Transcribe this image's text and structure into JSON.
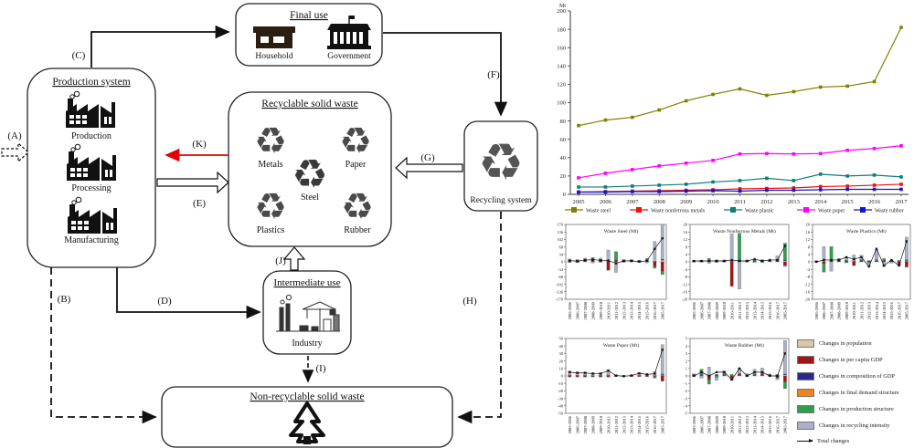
{
  "diagram": {
    "labels": {
      "production_system": "Production system",
      "production": "Production",
      "processing": "Processing",
      "manufacturing": "Manufacturing",
      "final_use": "Final use",
      "household": "Household",
      "government": "Government",
      "recyclable": "Recyclable solid waste",
      "metals": "Metals",
      "paper": "Paper",
      "steel": "Steel",
      "plastics": "Plastics",
      "rubber": "Rubber",
      "recycling_system": "Recycling system",
      "intermediate_use": "Intermediate use",
      "industry": "Industry",
      "non_recyclable": "Non-recyclable solid waste",
      "arrow_a": "(A)",
      "arrow_b": "(B)",
      "arrow_c": "(C)",
      "arrow_d": "(D)",
      "arrow_e": "(E)",
      "arrow_f": "(F)",
      "arrow_g": "(G)",
      "arrow_h": "(H)",
      "arrow_i": "(I)",
      "arrow_j": "(J)",
      "arrow_k": "(K)"
    },
    "colors": {
      "arrow_red": "#e60000",
      "box_stroke": "#222"
    }
  },
  "chart_data": [
    {
      "type": "line",
      "unit_label": "Mt",
      "x": [
        "2005",
        "2006",
        "2007",
        "2008",
        "2009",
        "2010",
        "2011",
        "2012",
        "2013",
        "2014",
        "2015",
        "2016",
        "2017"
      ],
      "ylim": [
        0,
        200
      ],
      "ytick": 20,
      "legend_position": "bottom",
      "series": [
        {
          "name": "Waste steel",
          "color": "#808000",
          "values": [
            75,
            81,
            84,
            92,
            102,
            109,
            115,
            108,
            112,
            117,
            118,
            123,
            182
          ]
        },
        {
          "name": "Waste nonferrous metals",
          "color": "#ee1111",
          "values": [
            2.5,
            3,
            3.5,
            4,
            4.5,
            5,
            6,
            6.5,
            7,
            8.5,
            9,
            10,
            11
          ]
        },
        {
          "name": "Waste plastic",
          "color": "#0d7d78",
          "values": [
            8,
            8,
            9,
            10,
            11,
            13.5,
            15,
            17.5,
            15,
            22,
            20,
            21,
            19
          ]
        },
        {
          "name": "Waste paper",
          "color": "#ff00ff",
          "values": [
            18,
            23,
            27,
            31,
            34,
            37,
            44,
            44.5,
            44,
            44.5,
            48,
            50,
            53
          ]
        },
        {
          "name": "Waste rubber",
          "color": "#1414cc",
          "values": [
            2.5,
            2.5,
            3,
            3,
            3.5,
            4,
            3.5,
            4.5,
            4.5,
            5,
            5.5,
            5.5,
            5.5
          ]
        }
      ]
    },
    {
      "type": "bar",
      "title": "Waste Steel (Mt)",
      "categories": [
        "2005-2006",
        "2006-2007",
        "2007-2008",
        "2008-2009",
        "2009-2010",
        "2010-2011",
        "2011-2012",
        "2012-2013",
        "2013-2014",
        "2014-2015",
        "2015-2016",
        "2016-2017",
        "2005-2017"
      ],
      "ylim": [
        -170,
        170
      ],
      "ytick": 34,
      "series": {
        "population": [
          1,
          1,
          1,
          1,
          1,
          1,
          1,
          1,
          1,
          1,
          1,
          1,
          8
        ],
        "per_capita_gdp": [
          7,
          8,
          8,
          9,
          10,
          -38,
          7,
          6,
          6,
          5,
          4,
          -20,
          -42
        ],
        "composition_gdp": [
          1,
          1,
          1,
          1,
          1,
          1,
          1,
          1,
          1,
          1,
          1,
          2,
          4
        ],
        "final_demand": [
          0,
          0,
          0,
          0,
          0,
          0,
          0,
          0,
          0,
          0,
          0,
          0,
          0
        ],
        "production_structure": [
          -3,
          -2,
          3,
          9,
          -2,
          4,
          38,
          -2,
          2,
          -2,
          9,
          -9,
          -16
        ],
        "recycling_intensity": [
          4,
          -2,
          4,
          -5,
          5,
          48,
          -48,
          3,
          -1,
          -1,
          -5,
          90,
          158
        ]
      },
      "total": {
        "name": "Total changes",
        "values": [
          6,
          3,
          8,
          10,
          7,
          6,
          -7,
          4,
          5,
          1,
          5,
          59,
          107
        ]
      }
    },
    {
      "type": "bar",
      "title": "Waste Nonferrous Metals (Mt)",
      "categories": [
        "2005-2006",
        "2006-2007",
        "2007-2008",
        "2008-2009",
        "2009-2010",
        "2010-2011",
        "2011-2012",
        "2012-2013",
        "2013-2014",
        "2014-2015",
        "2015-2016",
        "2016-2017",
        "2005-2017"
      ],
      "ylim": [
        -20,
        20
      ],
      "ytick": 4,
      "series": {
        "population": [
          0.1,
          0.1,
          0.1,
          0.1,
          0.1,
          0.1,
          0.1,
          0.1,
          0.1,
          0.1,
          0.1,
          0.1,
          0.6
        ],
        "per_capita_gdp": [
          0.4,
          0.5,
          0.5,
          0.5,
          0.6,
          -13,
          0.6,
          0.5,
          0.5,
          0.6,
          0.5,
          0.6,
          -2
        ],
        "composition_gdp": [
          0.1,
          0.1,
          0.1,
          0.1,
          0.1,
          0.1,
          0.1,
          0.1,
          0.1,
          0.1,
          0.1,
          0.2,
          0.4
        ],
        "final_demand": [
          0,
          0,
          0,
          0,
          0,
          0,
          0,
          0,
          0,
          0,
          0,
          0,
          0
        ],
        "production_structure": [
          -0.2,
          -0.2,
          1.2,
          -0.3,
          0.2,
          0.3,
          14.5,
          0.3,
          0.5,
          -0.3,
          0.3,
          0.5,
          9
        ],
        "recycling_intensity": [
          0.2,
          0.2,
          -0.8,
          0.4,
          -0.2,
          14.5,
          -14.5,
          -0.2,
          -0.3,
          0.4,
          0.2,
          1.8,
          -0.5
        ]
      },
      "total": {
        "name": "Total changes",
        "values": [
          0.5,
          0.5,
          0.5,
          0.5,
          0.5,
          1,
          0.5,
          0.5,
          1.5,
          0.5,
          1,
          1,
          8.5
        ]
      }
    },
    {
      "type": "bar",
      "title": "Waste Plastics (Mt)",
      "categories": [
        "2005-2006",
        "2006-2007",
        "2007-2008",
        "2008-2009",
        "2009-2010",
        "2010-2011",
        "2011-2012",
        "2012-2013",
        "2013-2014",
        "2014-2015",
        "2015-2016",
        "2016-2017",
        "2005-2017"
      ],
      "ylim": [
        -20,
        20
      ],
      "ytick": 4,
      "series": {
        "population": [
          0.1,
          0.1,
          0.1,
          0.1,
          0.1,
          0.1,
          0.1,
          0.1,
          0.1,
          0.1,
          0.1,
          0.1,
          0.4
        ],
        "per_capita_gdp": [
          0.3,
          -1,
          0.5,
          0.5,
          0.6,
          -2,
          0.6,
          0.5,
          0.5,
          0.6,
          0.5,
          -2,
          -2.8
        ],
        "composition_gdp": [
          0.1,
          0.1,
          0.1,
          0.1,
          0.1,
          0.1,
          0.1,
          0.1,
          0.1,
          0.1,
          0.1,
          0.1,
          0.3
        ],
        "final_demand": [
          0,
          0,
          0,
          0,
          0,
          0,
          0,
          0,
          0,
          0,
          0,
          0,
          0
        ],
        "production_structure": [
          -0.3,
          -4.5,
          7.5,
          0.8,
          -0.5,
          0.5,
          0.5,
          -0.5,
          0.5,
          1,
          0.3,
          0.4,
          0.5
        ],
        "recycling_intensity": [
          0.2,
          8,
          -5,
          0.3,
          1.8,
          3,
          2.2,
          -2,
          5.4,
          -2.6,
          -0.7,
          0.3,
          12
        ]
      },
      "total": {
        "name": "Total changes",
        "values": [
          0,
          1,
          1,
          1,
          2.5,
          1.5,
          2.5,
          -2.5,
          7,
          -2,
          1,
          -2,
          11
        ]
      }
    },
    {
      "type": "bar",
      "title": "Waste Paper (Mt)",
      "categories": [
        "2005-2006",
        "2006-2007",
        "2007-2008",
        "2008-2009",
        "2009-2010",
        "2010-2011",
        "2011-2012",
        "2012-2013",
        "2013-2014",
        "2014-2015",
        "2015-2016",
        "2016-2017",
        "2005-2017"
      ],
      "ylim": [
        -50,
        50
      ],
      "ytick": 10,
      "series": {
        "population": [
          0.3,
          0.3,
          0.3,
          0.3,
          0.3,
          0.3,
          0.3,
          0.3,
          0.3,
          0.3,
          0.3,
          0.3,
          1
        ],
        "per_capita_gdp": [
          -1.5,
          -1.5,
          -1.5,
          -1,
          -1.5,
          -1.5,
          -1,
          -0.5,
          -1,
          -1,
          -1,
          -1,
          -7
        ],
        "composition_gdp": [
          0.2,
          0.2,
          0.2,
          0.2,
          0.2,
          0.2,
          0.2,
          0.2,
          0.2,
          0.2,
          0.2,
          0.2,
          0.8
        ],
        "final_demand": [
          0,
          0,
          0,
          0,
          0,
          0,
          0,
          0,
          0,
          0,
          0,
          0,
          0
        ],
        "production_structure": [
          1,
          0.5,
          0.5,
          -0.5,
          0.5,
          1,
          0.5,
          -0.5,
          0.3,
          0.5,
          0.3,
          -2,
          1
        ],
        "recycling_intensity": [
          5,
          4.5,
          4.5,
          4,
          3.5,
          7,
          0.5,
          0.3,
          1,
          3.5,
          2.2,
          5.5,
          39
        ]
      },
      "total": {
        "name": "Total changes",
        "values": [
          5,
          4,
          4,
          3,
          3,
          7,
          0.5,
          -0.5,
          0.5,
          3.5,
          2,
          3,
          35
        ]
      }
    },
    {
      "type": "bar",
      "title": "Waste Rubber (Mt)",
      "categories": [
        "2005-2006",
        "2006-2007",
        "2007-2008",
        "2008-2009",
        "2009-2010",
        "2010-2011",
        "2011-2012",
        "2012-2013",
        "2013-2014",
        "2014-2015",
        "2015-2016",
        "2016-2017",
        "2005-2017"
      ],
      "ylim": [
        -5,
        5
      ],
      "ytick": 1,
      "series": {
        "population": [
          0.05,
          0.05,
          0.05,
          0.05,
          0.05,
          0.05,
          0.05,
          0.05,
          0.05,
          0.05,
          0.05,
          0.05,
          0.15
        ],
        "per_capita_gdp": [
          0.1,
          0.1,
          -0.5,
          0.1,
          0.1,
          -0.4,
          0.15,
          0.1,
          0.1,
          0.15,
          0.1,
          -0.3,
          -0.8
        ],
        "composition_gdp": [
          0.05,
          0.05,
          0.05,
          0.05,
          0.05,
          0.05,
          0.05,
          0.05,
          0.05,
          0.05,
          0.05,
          0.05,
          0.1
        ],
        "final_demand": [
          0,
          0,
          0,
          0,
          0,
          0,
          0,
          0,
          0,
          0,
          0,
          0,
          0
        ],
        "production_structure": [
          -0.1,
          0.7,
          -0.6,
          -0.2,
          0.2,
          0.1,
          0.1,
          -0.1,
          0.1,
          0.1,
          0.05,
          0.1,
          -0.9
        ],
        "recycling_intensity": [
          0.1,
          -0.3,
          1.1,
          -0.4,
          0.3,
          -0.2,
          0.7,
          0.1,
          0.6,
          0.7,
          -0.1,
          -0.2,
          4.5
        ]
      },
      "total": {
        "name": "Total changes",
        "values": [
          0,
          0.5,
          0,
          0.5,
          0.5,
          -0.5,
          1,
          0,
          0.5,
          0.5,
          0,
          0,
          3
        ]
      }
    }
  ],
  "decomposition": {
    "factors": [
      {
        "key": "population",
        "label": "Changes in population",
        "color": "#d9c7a7"
      },
      {
        "key": "per_capita_gdp",
        "label": "Changes in per capita GDP",
        "color": "#a31515"
      },
      {
        "key": "composition_gdp",
        "label": "Changes in composition of GDP",
        "color": "#28288f"
      },
      {
        "key": "final_demand",
        "label": "Changes in final demand structure",
        "color": "#f08418"
      },
      {
        "key": "production_structure",
        "label": "Changes in production structure",
        "color": "#2f9e4f"
      },
      {
        "key": "recycling_intensity",
        "label": "Changes in recycling intensity",
        "color": "#a8b1c7"
      }
    ],
    "total_label": "Total changes"
  }
}
